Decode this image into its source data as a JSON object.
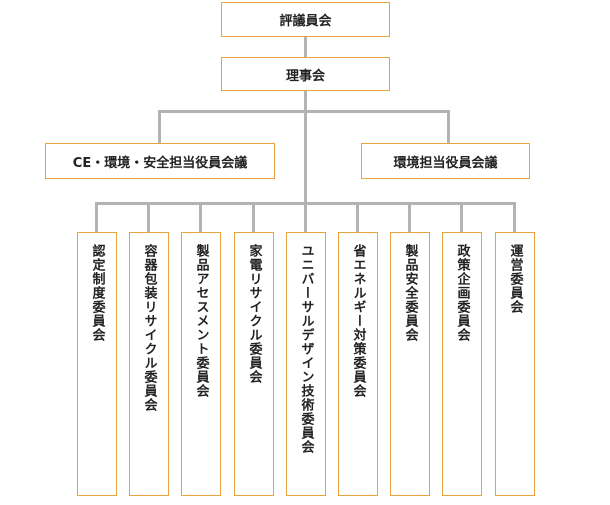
{
  "top": {
    "label": "評議員会"
  },
  "board": {
    "label": "理事会"
  },
  "mid_left": {
    "label": "CE・環境・安全担当役員会議"
  },
  "mid_right": {
    "label": "環境担当役員会議"
  },
  "committees": [
    {
      "label": "認定制度委員会"
    },
    {
      "label": "容器包装リサイクル委員会"
    },
    {
      "label": "製品アセスメント委員会"
    },
    {
      "label": "家電リサイクル委員会"
    },
    {
      "label": "ユニバーサルデザイン技術委員会"
    },
    {
      "label": "省エネルギー対策委員会"
    },
    {
      "label": "製品安全委員会"
    },
    {
      "label": "政策企画委員会"
    },
    {
      "label": "運営委員会"
    }
  ],
  "colors": {
    "box_border": "#e8a33c",
    "connector": "#b3b3b3"
  }
}
